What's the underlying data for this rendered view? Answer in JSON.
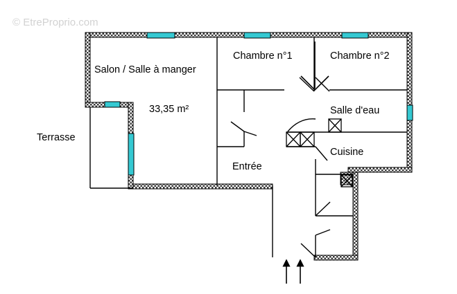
{
  "watermark": "© EtreProprio.com",
  "rooms": {
    "salon": "Salon / Salle à manger",
    "area": "33,35  m²",
    "chambre1": "Chambre n°1",
    "chambre2": "Chambre n°2",
    "salle_eau": "Salle d'eau",
    "cuisine": "Cuisine",
    "entree": "Entrée",
    "terrasse": "Terrasse"
  },
  "colors": {
    "window": "#35c9d2",
    "wall_pattern": "#444444",
    "lines": "#000000"
  }
}
